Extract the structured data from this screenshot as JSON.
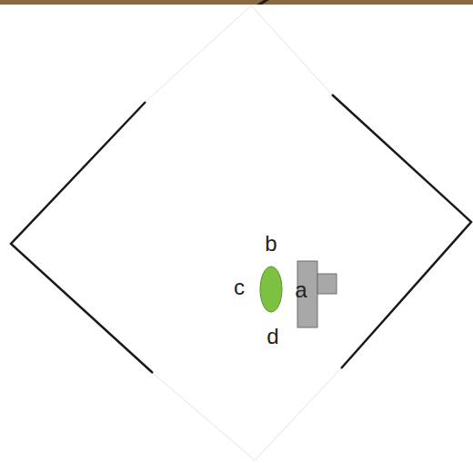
{
  "diagram": {
    "labels": [
      "b",
      "c",
      "a",
      "d"
    ]
  }
}
